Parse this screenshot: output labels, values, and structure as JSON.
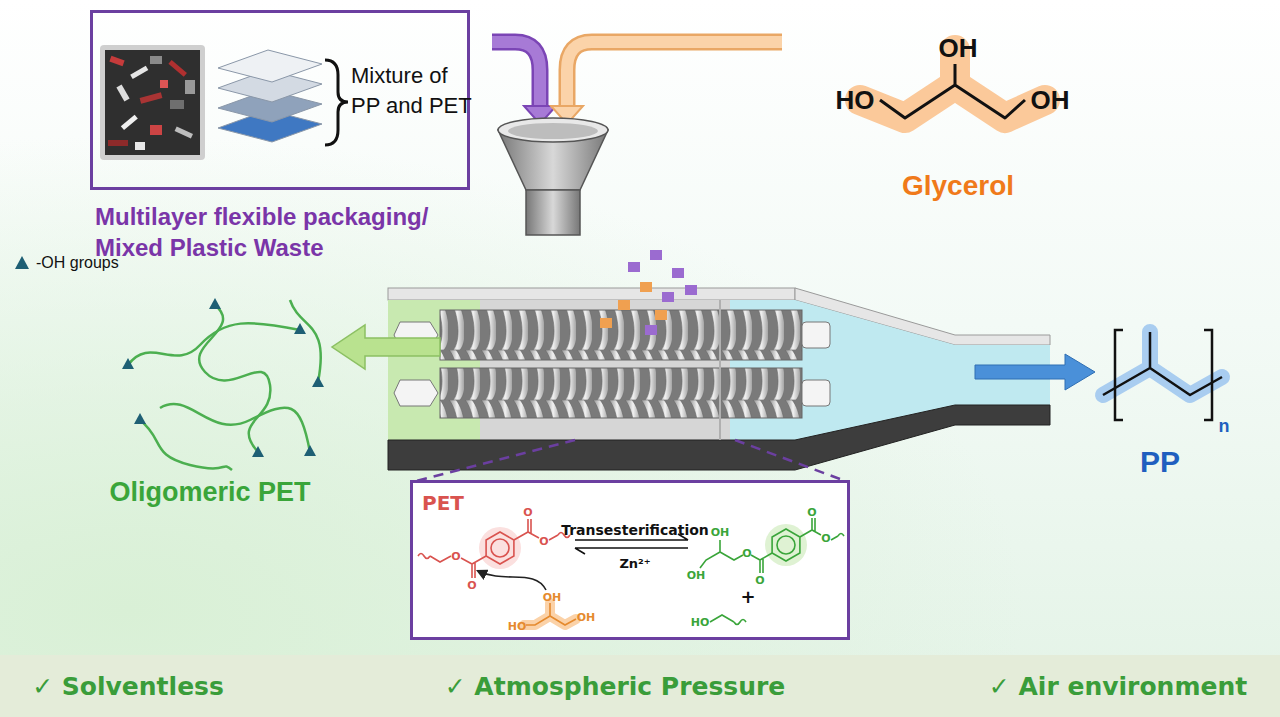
{
  "diagram": {
    "nodes": [
      {
        "text": [
          "Mixture of PP and PET",
          "Multilayer flexible packaging/ Mixed Plastic Waste"
        ]
      },
      {
        "text": [
          "PET",
          "Transesterification",
          "Zn²⁺",
          "+"
        ]
      },
      {
        "text": [
          "✓ Solventless",
          "✓ Atmospheric Pressure",
          "✓ Air environment"
        ]
      }
    ],
    "labels": [
      "OH",
      "HO",
      "OH",
      "Glycerol",
      "Oligomeric PET",
      "n",
      "PP",
      "O",
      "O",
      "O",
      "O",
      "HO",
      "OH",
      "OH",
      "OH",
      "OH",
      "O",
      "O",
      "O",
      "O",
      "HO"
    ],
    "legend": [
      {
        "text": "-OH groups"
      }
    ]
  }
}
